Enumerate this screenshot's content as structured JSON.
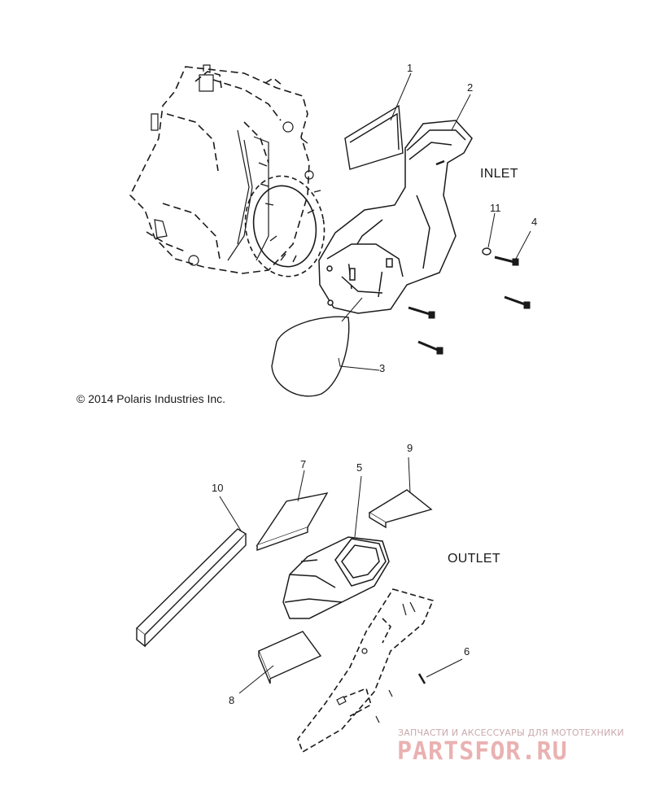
{
  "callouts": {
    "c1": "1",
    "c2": "2",
    "c3": "3",
    "c4": "4",
    "c5": "5",
    "c6": "6",
    "c7": "7",
    "c8": "8",
    "c9": "9",
    "c10": "10",
    "c11": "11"
  },
  "sections": {
    "inlet": "INLET",
    "outlet": "OUTLET"
  },
  "copyright": "© 2014 Polaris Industries Inc.",
  "watermark": {
    "tagline": "ЗАПЧАСТИ И АКСЕССУАРЫ ДЛЯ МОТОТЕХНИКИ",
    "logo": "PARTSFOR.RU"
  },
  "colors": {
    "line": "#1a1a1a",
    "watermark": "#e8a7a7"
  }
}
